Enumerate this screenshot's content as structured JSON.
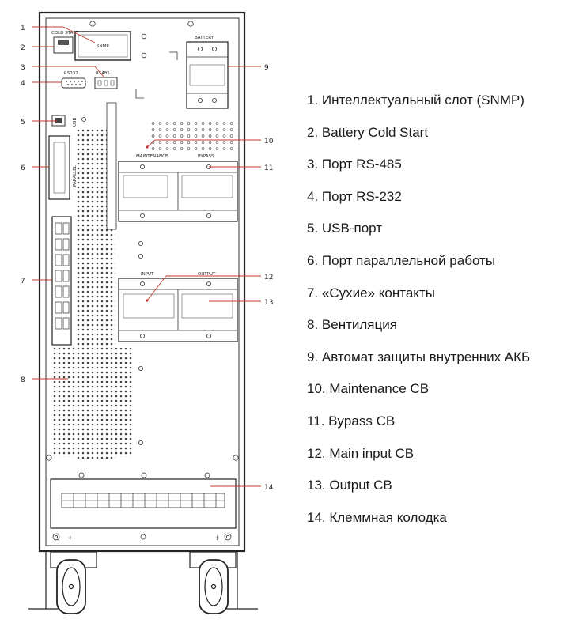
{
  "panel_labels": {
    "cold_start": "COLD START",
    "snmp": "SNMP",
    "battery": "BATTERY",
    "rs485": "RS485",
    "rs232": "RS232",
    "usb": "USB",
    "parallel": "PARALLEL",
    "maintenance": "MAINTENANCE",
    "bypass": "BYPASS",
    "input": "INPUT",
    "output": "OUTPUT",
    "plus_left": "+",
    "plus_right": "+"
  },
  "callouts": [
    "1",
    "2",
    "3",
    "4",
    "5",
    "6",
    "7",
    "8",
    "9",
    "10",
    "11",
    "12",
    "13",
    "14"
  ],
  "legend": [
    "1. Интеллектуальный слот (SNMP)",
    "2. Battery Cold Start",
    "3. Порт RS-485",
    "4. Порт RS-232",
    "5. USB-порт",
    "6. Порт параллельной работы",
    "7. «Сухие» контакты",
    "8. Вентиляция",
    "9. Автомат защиты внутренних АКБ",
    "10. Maintenance CB",
    "11. Bypass CB",
    "12. Main input CB",
    "13. Output CB",
    "14. Клеммная колодка"
  ]
}
